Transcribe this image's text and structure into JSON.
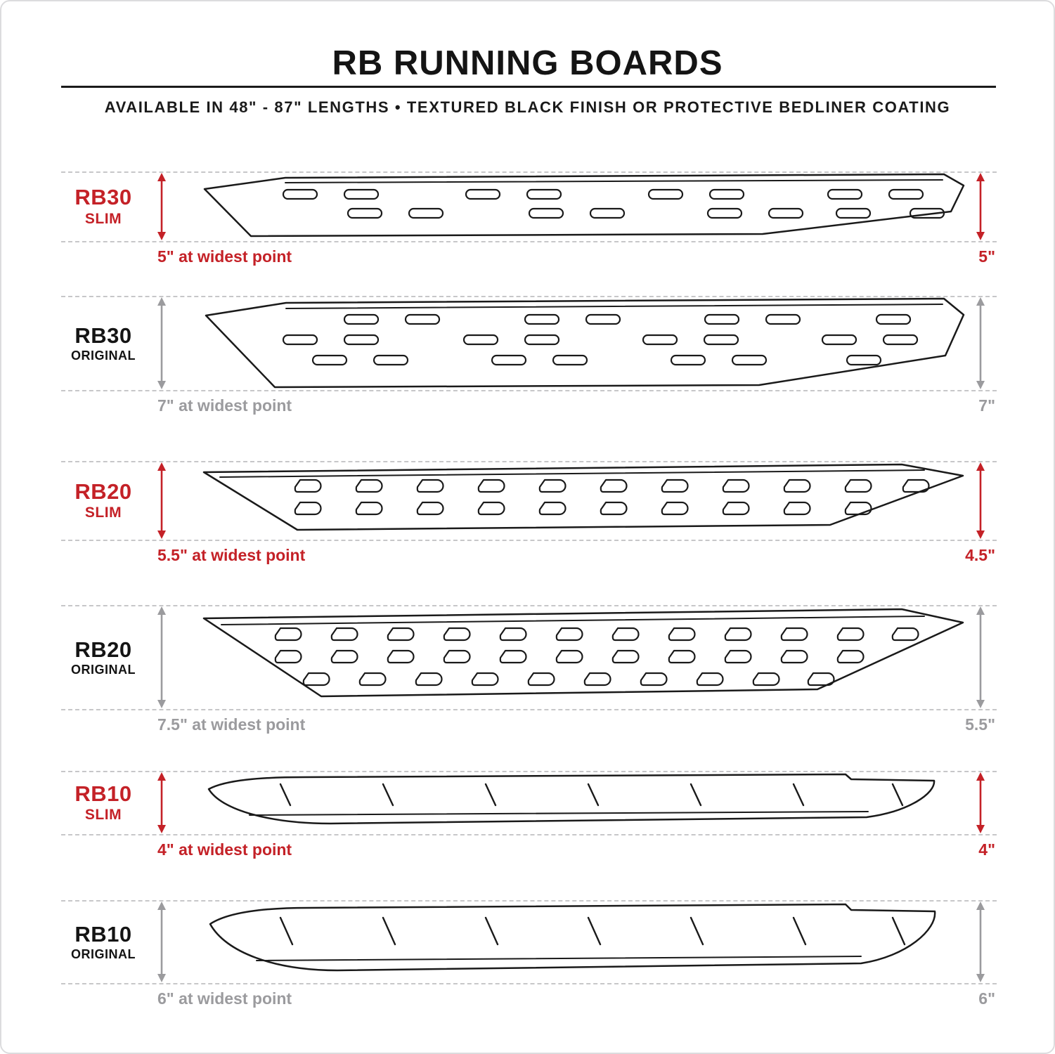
{
  "page": {
    "title": "RB RUNNING BOARDS",
    "subtitle": "AVAILABLE IN 48\" - 87\" LENGTHS  •  TEXTURED BLACK FINISH OR PROTECTIVE BEDLINER COATING"
  },
  "colors": {
    "accent_red": "#C42127",
    "dimension_gray": "#9B9B9E",
    "line_ink": "#1A1A1A",
    "dash_gray": "#C7C7C9"
  },
  "rows": [
    {
      "model": "RB30",
      "variant": "SLIM",
      "width_note": "5\" at widest point",
      "right_dim": "5\""
    },
    {
      "model": "RB30",
      "variant": "ORIGINAL",
      "width_note": "7\" at widest point",
      "right_dim": "7\""
    },
    {
      "model": "RB20",
      "variant": "SLIM",
      "width_note": "5.5\" at widest point",
      "right_dim": "4.5\""
    },
    {
      "model": "RB20",
      "variant": "ORIGINAL",
      "width_note": "7.5\" at widest point",
      "right_dim": "5.5\""
    },
    {
      "model": "RB10",
      "variant": "SLIM",
      "width_note": "4\" at widest point",
      "right_dim": "4\""
    },
    {
      "model": "RB10",
      "variant": "ORIGINAL",
      "width_note": "6\" at widest point",
      "right_dim": "6\""
    }
  ]
}
